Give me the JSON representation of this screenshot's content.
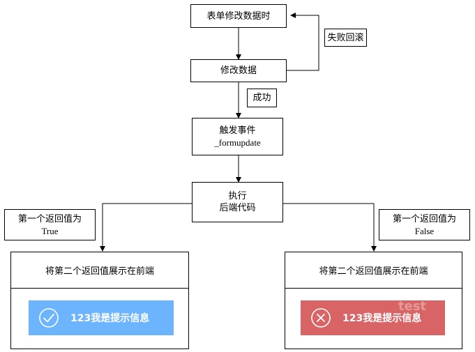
{
  "nodes": {
    "form_change": "表单修改数据时",
    "modify_data": "修改数据",
    "trigger_line1": "触发事件",
    "trigger_line2": "_formupdate",
    "execute_line1": "执行",
    "execute_line2": "后端代码"
  },
  "edge_labels": {
    "rollback": "失败回滚",
    "success": "成功"
  },
  "branches": {
    "left_label_line1": "第一个返回值为",
    "left_label_line2": "True",
    "right_label_line1": "第一个返回值为",
    "right_label_line2": "False"
  },
  "panels": {
    "left_title": "将第二个返回值展示在前端",
    "right_title": "将第二个返回值展示在前端",
    "left_toast_text": "123我是提示信息",
    "right_toast_text": "123我是提示信息",
    "right_watermark": "test"
  },
  "colors": {
    "success_toast": "#6db4ff",
    "error_toast": "#d86465"
  },
  "icons": {
    "success": "check-circle-icon",
    "error": "x-circle-icon"
  }
}
